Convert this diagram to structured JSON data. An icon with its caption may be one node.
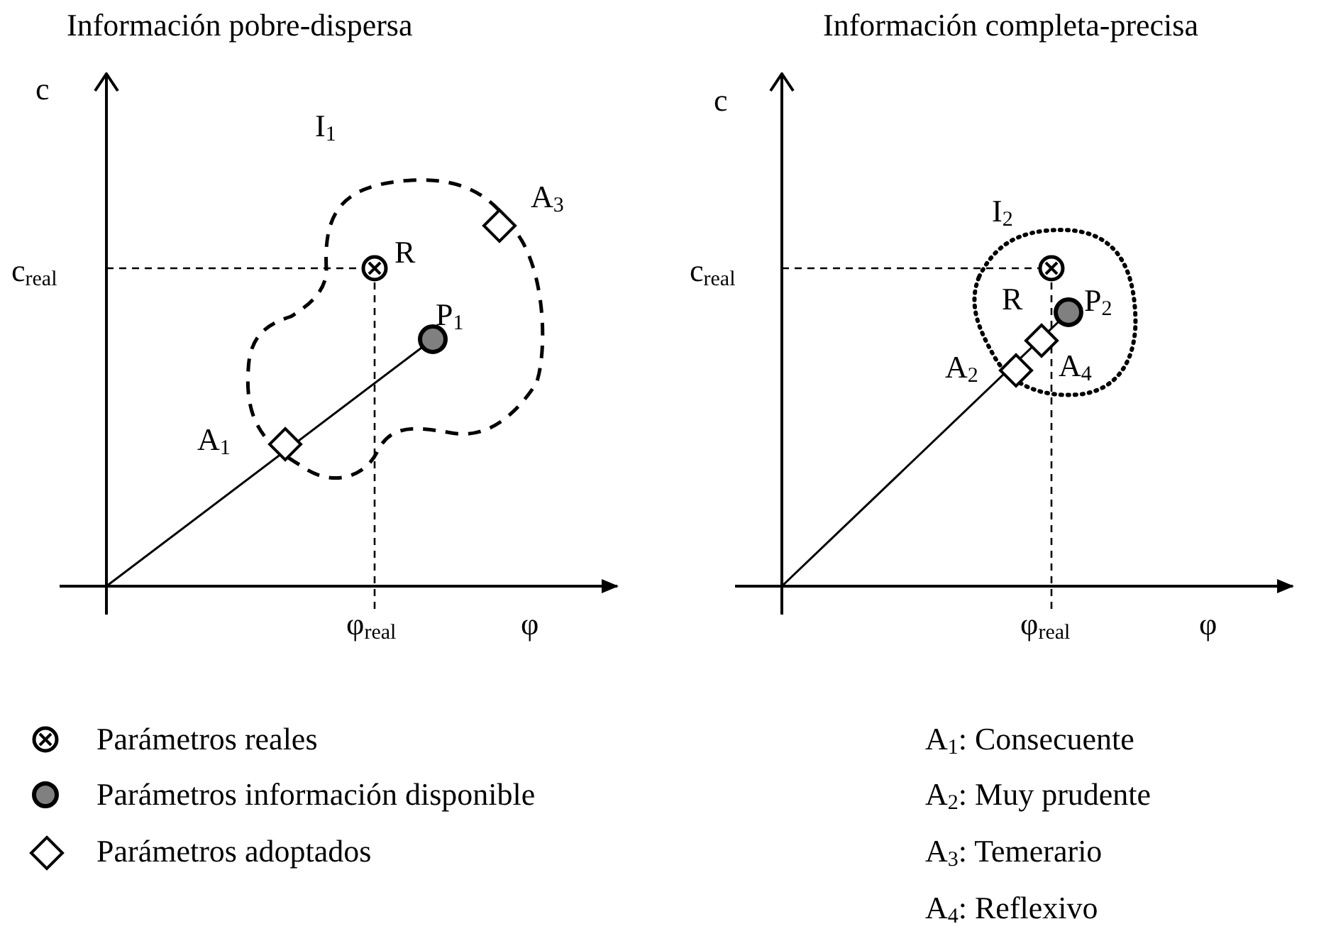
{
  "diagram": {
    "labels": [
      "Información pobre-dispersa",
      "c",
      "I$_{1}$",
      "A$_{3}$",
      "c$_{real}$",
      "R",
      "P$_{1}$",
      "A$_{1}$",
      "φ$_{real}$",
      "φ",
      "Información completa-precisa",
      "c",
      "I$_{2}$",
      "c$_{real}$",
      "R",
      "P$_{2}$",
      "A$_{2}$",
      "A$_{4}$",
      "φ$_{real}$",
      "φ",
      "A$_{1}$: Consecuente",
      "A$_{2}$: Muy prudente",
      "A$_{3}$: Temerario",
      "A$_{4}$: Reflexivo"
    ],
    "legend": [
      {
        "text": "Parámetros reales"
      },
      {
        "text": "Parámetros información disponible"
      },
      {
        "text": "Parámetros adoptados"
      }
    ]
  }
}
